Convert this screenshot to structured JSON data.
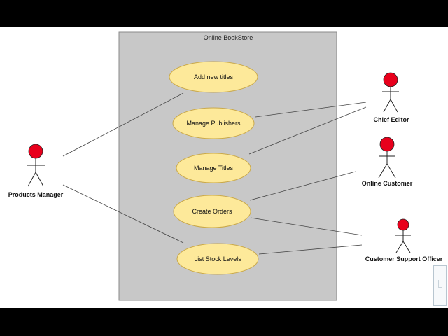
{
  "system": {
    "title": "Online BookStore"
  },
  "colors": {
    "system_fill": "#c8c8c8",
    "system_stroke": "#8a8a8a",
    "usecase_fill": "#fde99a",
    "usecase_stroke": "#caa94a",
    "actor_head": "#e8001c",
    "line": "#444444"
  },
  "use_cases": [
    {
      "id": "add-new-titles",
      "label": "Add new titles"
    },
    {
      "id": "manage-publishers",
      "label": "Manage Publishers"
    },
    {
      "id": "manage-titles",
      "label": "Manage Titles"
    },
    {
      "id": "create-orders",
      "label": "Create Orders"
    },
    {
      "id": "list-stock-levels",
      "label": "List Stock Levels"
    }
  ],
  "actors": [
    {
      "id": "products-manager",
      "label": "Products Manager"
    },
    {
      "id": "chief-editor",
      "label": "Chief Editor"
    },
    {
      "id": "online-customer",
      "label": "Online Customer"
    },
    {
      "id": "customer-support-officer",
      "label": "Customer Support Officer"
    }
  ],
  "associations": [
    {
      "actor": "products-manager",
      "use_case": "add-new-titles"
    },
    {
      "actor": "products-manager",
      "use_case": "list-stock-levels"
    },
    {
      "actor": "chief-editor",
      "use_case": "manage-publishers"
    },
    {
      "actor": "chief-editor",
      "use_case": "manage-titles"
    },
    {
      "actor": "online-customer",
      "use_case": "create-orders"
    },
    {
      "actor": "customer-support-officer",
      "use_case": "create-orders"
    },
    {
      "actor": "customer-support-officer",
      "use_case": "list-stock-levels"
    }
  ]
}
